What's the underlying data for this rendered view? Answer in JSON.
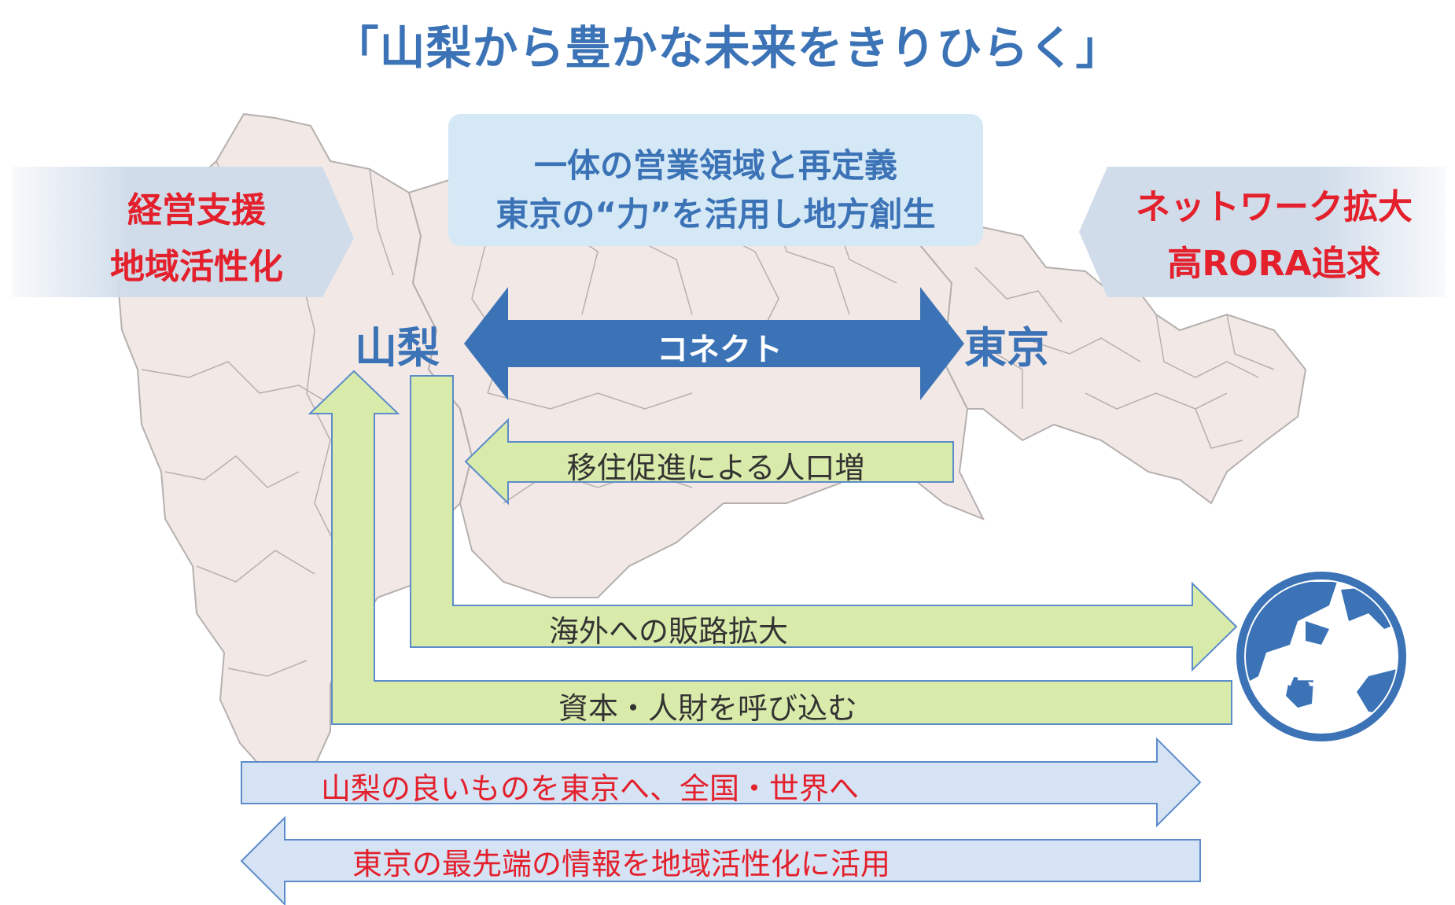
{
  "title": "「山梨から豊かな未来をきりひらく」",
  "left_panel": {
    "line1": "経営支援",
    "line2": "地域活性化"
  },
  "right_panel": {
    "line1": "ネットワーク拡大",
    "line2": "高RORA追求"
  },
  "top_box": {
    "line1": "一体の営業領域と再定義",
    "line2": "東京の“力”を活用し地方創生"
  },
  "nodes": {
    "yamanashi": "山梨",
    "tokyo": "東京",
    "overseas": "海外"
  },
  "connect_arrow": {
    "label": "コネクト"
  },
  "green_arrows": {
    "migration": "移住促進による人口増",
    "overseas_sales": "海外への販路拡大",
    "invite": "資本・人財を呼び込む"
  },
  "blue_arrows": {
    "to_tokyo": "山梨の良いものを東京へ、全国・世界へ",
    "to_region": "東京の最先端の情報を地域活性化に活用"
  },
  "colors": {
    "title_blue": "#3b73b6",
    "accent_red": "#e3202b",
    "map_fill": "#f2e9e7",
    "map_stroke": "#b5b0ae",
    "green_fill": "#d9ebaa",
    "green_stroke": "#5b8cc9",
    "light_blue_fill": "#d6e3f5",
    "top_box_fill": "#d5e8f6",
    "connect_blue": "#3b73b6",
    "side_panel_fill": "#d0dcea"
  }
}
